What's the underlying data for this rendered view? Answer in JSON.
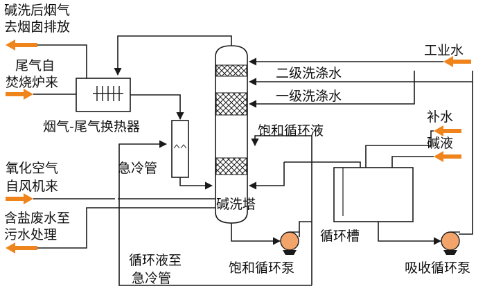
{
  "labels": {
    "exhaust_top_1": "碱洗后烟气",
    "exhaust_top_2": "去烟囱排放",
    "tailgas_1": "尾气自",
    "tailgas_2": "焚烧炉来",
    "heat_exchanger": "烟气-尾气换热器",
    "quench": "急冷管",
    "air_1": "氧化空气",
    "air_2": "自风机来",
    "wastewater_1": "含盐废水至",
    "wastewater_2": "污水处理",
    "industrial_water": "工业水",
    "secondary_wash": "二级洗涤水",
    "primary_wash": "一级洗涤水",
    "saturated_liquid": "饱和循环液",
    "makeup_water": "补水",
    "alkali": "碱液",
    "scrubber": "碱洗塔",
    "circ_tank": "循环槽",
    "circ_to_quench_1": "循环液至",
    "circ_to_quench_2": "急冷管",
    "sat_pump": "饱和循环泵",
    "abs_pump": "吸收循环泵"
  },
  "colors": {
    "flow_arrow": "#f0841c",
    "line": "#1a1a1a",
    "pump": "#f3a46a"
  }
}
